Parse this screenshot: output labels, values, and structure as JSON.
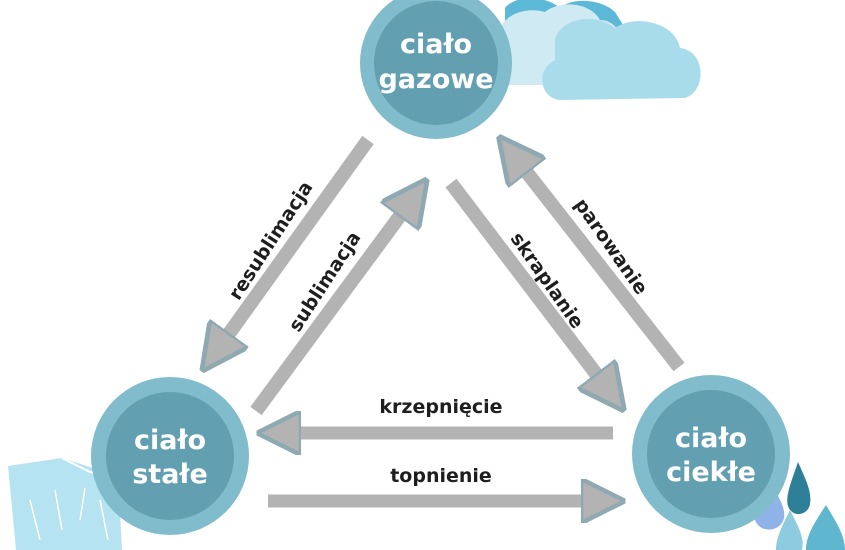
{
  "diagram": {
    "nodes": {
      "gas": {
        "line1": "ciało",
        "line2": "gazowe"
      },
      "solid": {
        "line1": "ciało",
        "line2": "stałe"
      },
      "liquid": {
        "line1": "ciało",
        "line2": "ciekłe"
      }
    },
    "transitions": {
      "resublimacja": "resublimacja",
      "sublimacja": "sublimacja",
      "skraplanie": "skraplanie",
      "parowanie": "parowanie",
      "krzepniecie": "krzepnięcie",
      "topnienie": "topnienie"
    }
  },
  "colors": {
    "node_outer": "#80bccb",
    "node_inner": "#629fb0",
    "arrow_fill": "#b3b3b3",
    "arrow_stroke": "#8fa9b3",
    "cloud_light": "#a9dceb",
    "cloud_mid": "#cfeaf3",
    "cloud_dark": "#5bb8d6",
    "ice": "#b6e3f1",
    "drop_dark": "#2c7f96",
    "drop_mid": "#5fb6cf",
    "drop_light": "#8fb3e8"
  }
}
